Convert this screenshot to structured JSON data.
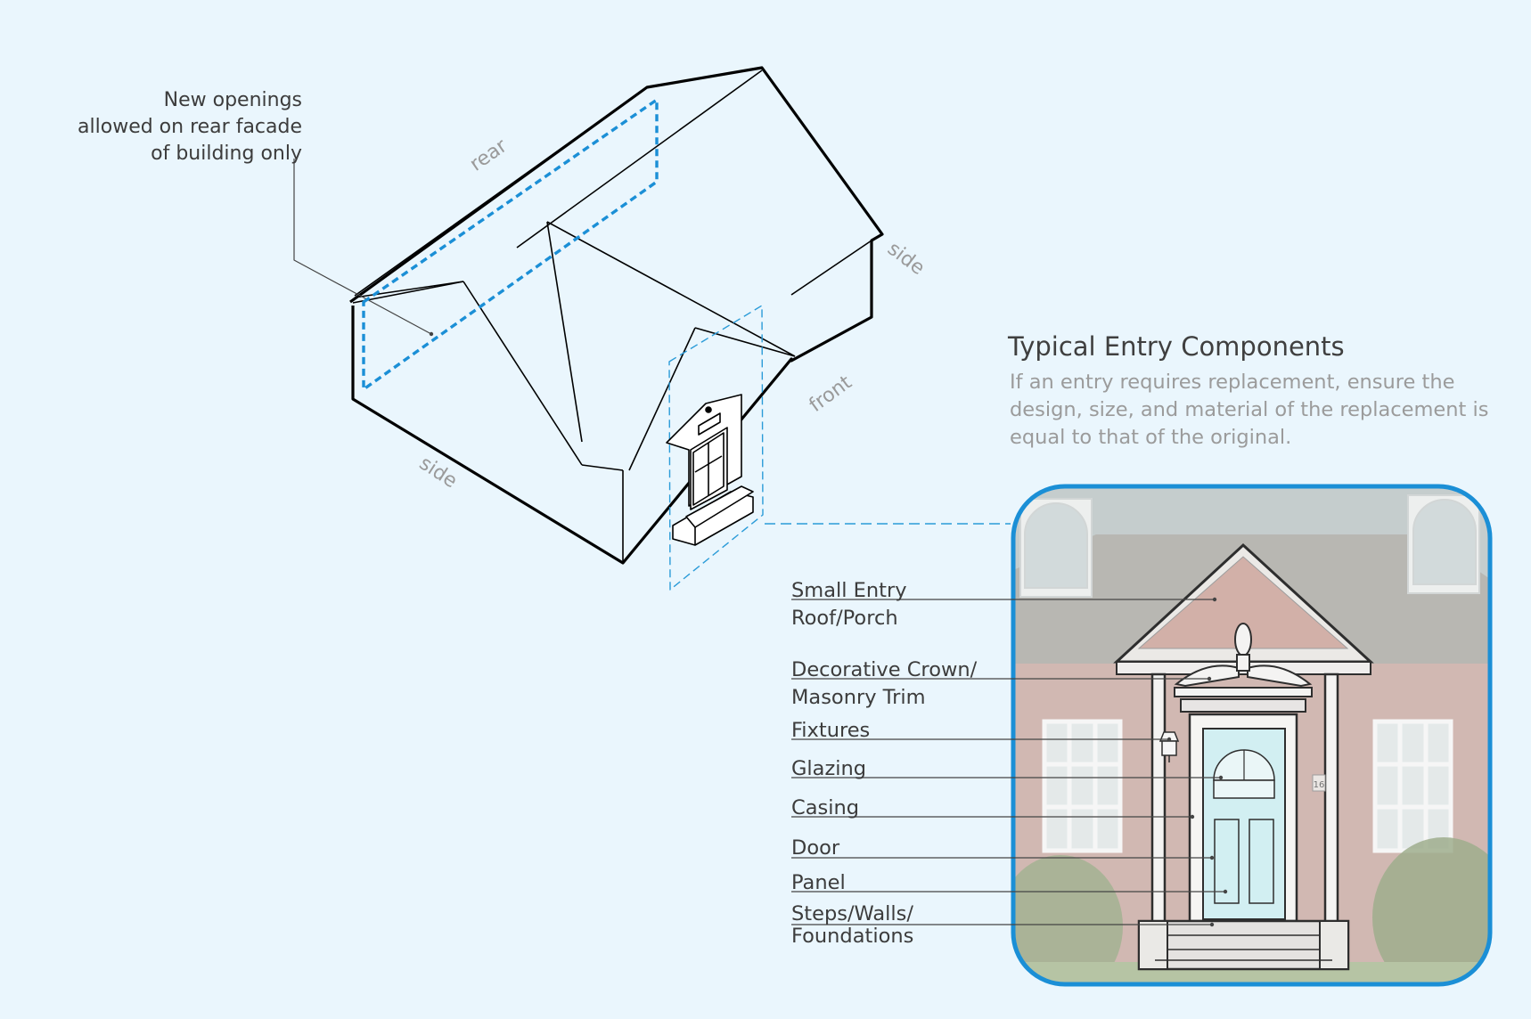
{
  "rear_note": [
    "New openings",
    "allowed on rear facade",
    "of building only"
  ],
  "faces": {
    "rear": "rear",
    "side_right": "side",
    "front": "front",
    "side_left": "side"
  },
  "entry": {
    "title": "Typical Entry Components",
    "description": "If an entry requires replacement, ensure the design, size, and material of the replacement is equal to that of the original."
  },
  "components": [
    {
      "lines": [
        "Small Entry",
        "Roof/Porch"
      ]
    },
    {
      "lines": [
        "Decorative Crown/",
        "Masonry Trim"
      ]
    },
    {
      "lines": [
        "Fixtures"
      ]
    },
    {
      "lines": [
        "Glazing"
      ]
    },
    {
      "lines": [
        "Casing"
      ]
    },
    {
      "lines": [
        "Door"
      ]
    },
    {
      "lines": [
        "Panel"
      ]
    },
    {
      "lines": [
        "Steps/Walls/",
        "Foundations"
      ]
    }
  ],
  "photo": {
    "house_number": "16"
  },
  "colors": {
    "background": "#eaf6fd",
    "accent_blue": "#1b8fd6",
    "outline": "#000000",
    "door_blue": "#c9ecef"
  }
}
